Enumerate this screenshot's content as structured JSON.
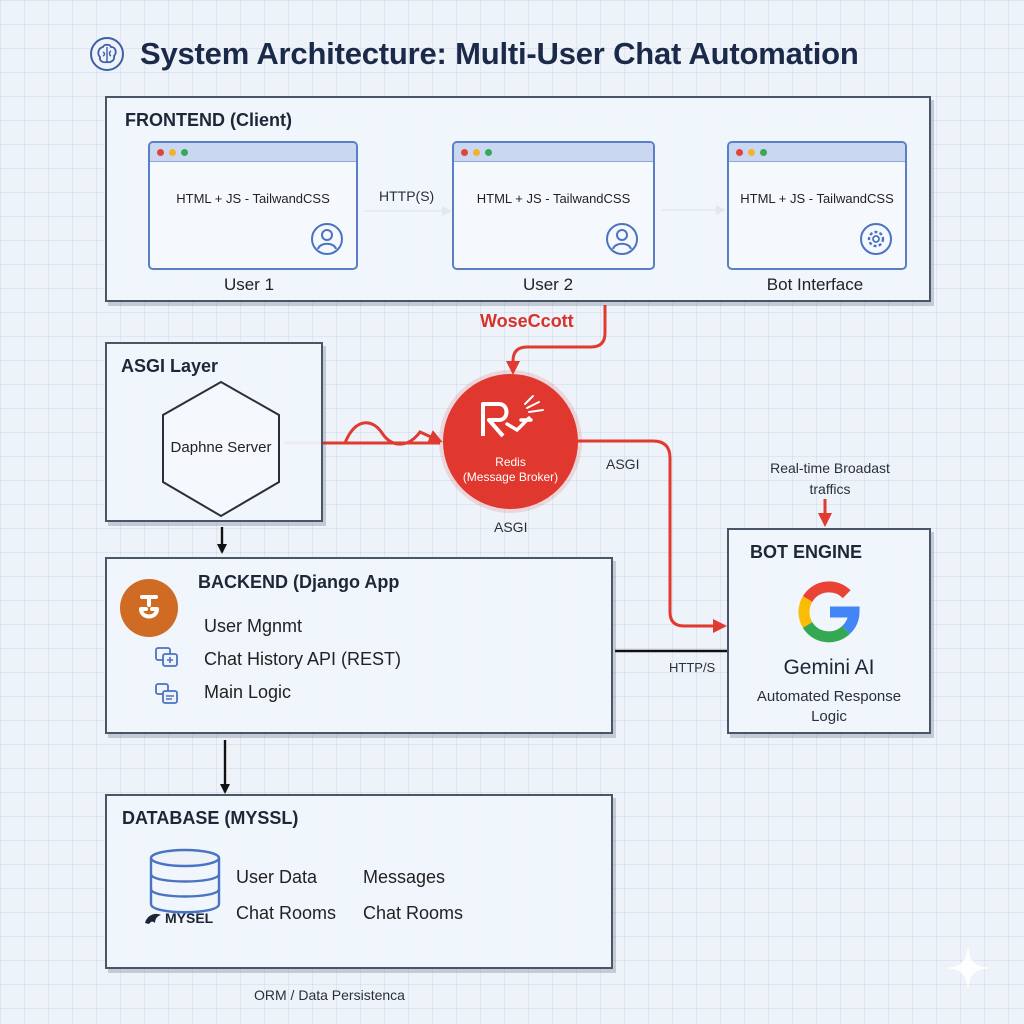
{
  "title": "System Architecture: Multi-User Chat Automation",
  "frontend": {
    "title": "FRONTEND (Client)",
    "windows": [
      {
        "text": "HTML + JS - TailwandCSS",
        "caption": "User 1",
        "icon": "user-icon"
      },
      {
        "text": "HTML + JS - TailwandCSS",
        "caption": "User 2",
        "icon": "user-icon"
      },
      {
        "text": "HTML + JS - TailwandCSS",
        "caption": "Bot Interface",
        "icon": "gear-icon"
      }
    ],
    "link_label": "HTTP(S)"
  },
  "websocket_label": "WoseCcott",
  "asgi": {
    "title": "ASGI Layer",
    "server": "Daphne Server"
  },
  "redis": {
    "name": "Redis",
    "subtitle": "(Message Broker)",
    "label_below": "ASGI",
    "label_right": "ASGI"
  },
  "broadcast_label": {
    "line1": "Real-time Broadast",
    "line2": "traffics"
  },
  "backend": {
    "title": "BACKEND (Django App",
    "items": [
      "User Mgnmt",
      "Chat History API (REST)",
      "Main Logic"
    ]
  },
  "bot_engine": {
    "title": "BOT ENGINE",
    "name": "Gemini AI",
    "desc_line1": "Automated Response",
    "desc_line2": "Logic",
    "link_label": "HTTP/S"
  },
  "database": {
    "title": "DATABASE (MYSSL)",
    "logo_text": "MYSEL",
    "items": [
      "User Data",
      "Messages",
      "Chat Rooms",
      "Chat Rooms"
    ]
  },
  "footer_label": "ORM / Data Persistenca",
  "colors": {
    "accent_red": "#e03a31",
    "panel_border": "#4b5568",
    "window_border": "#5b7fc4",
    "title_navy": "#1c2a4a"
  }
}
